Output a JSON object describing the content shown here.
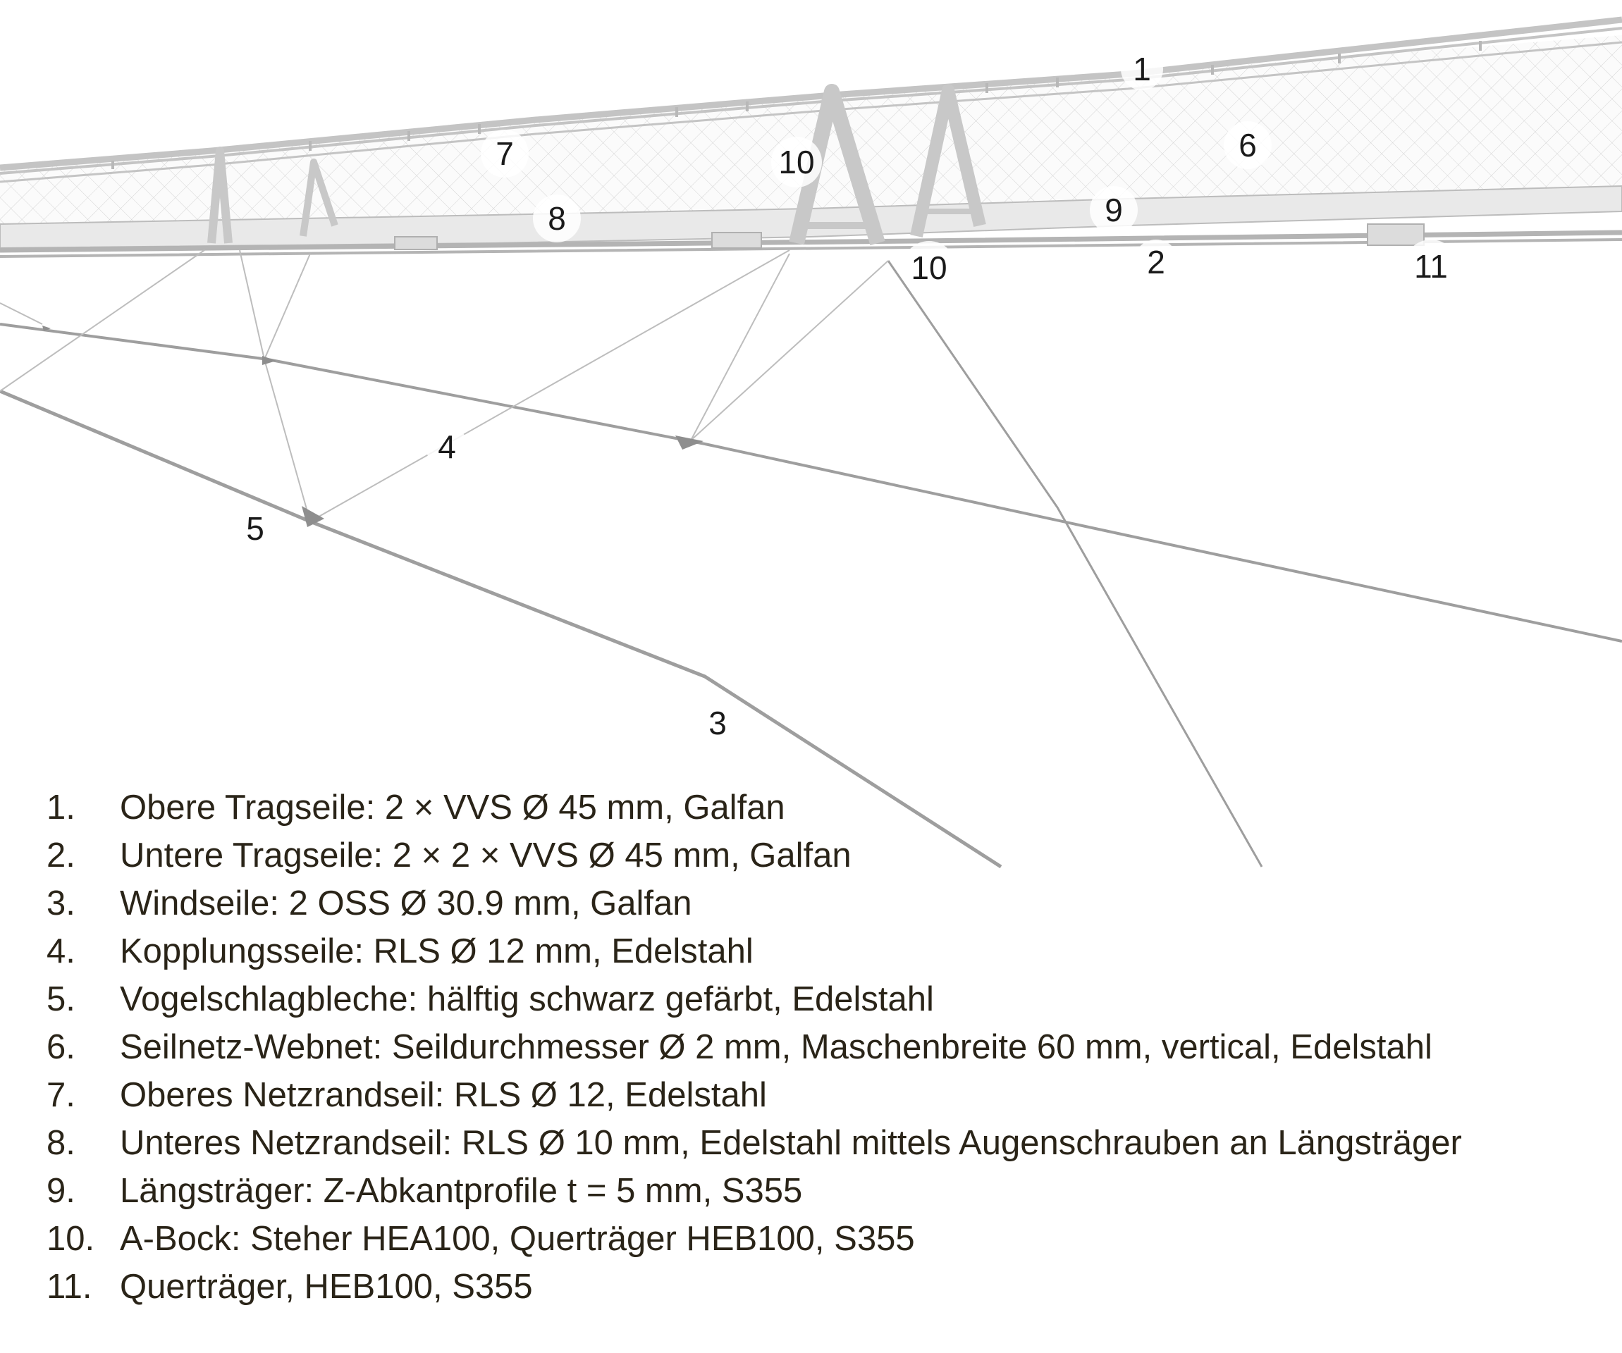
{
  "callouts": [
    "1",
    "2",
    "3",
    "4",
    "5",
    "6",
    "7",
    "8",
    "9",
    "10",
    "10",
    "11"
  ],
  "legend": [
    {
      "num": "1.",
      "text": "Obere Tragseile: 2 × VVS Ø 45 mm, Galfan"
    },
    {
      "num": "2.",
      "text": "Untere Tragseile: 2 × 2 × VVS Ø 45 mm, Galfan"
    },
    {
      "num": "3.",
      "text": "Windseile: 2 OSS Ø 30.9 mm, Galfan"
    },
    {
      "num": "4.",
      "text": "Kopplungsseile: RLS Ø 12 mm, Edelstahl"
    },
    {
      "num": "5.",
      "text": "Vogelschlagbleche: hälftig schwarz gefärbt, Edelstahl"
    },
    {
      "num": "6.",
      "text": "Seilnetz-Webnet: Seildurchmesser Ø 2 mm, Maschenbreite 60 mm, vertical, Edelstahl"
    },
    {
      "num": "7.",
      "text": "Oberes Netzrandseil: RLS Ø 12, Edelstahl"
    },
    {
      "num": "8.",
      "text": "Unteres Netzrandseil: RLS Ø 10 mm, Edelstahl mittels Augenschrauben an Längsträger"
    },
    {
      "num": "9.",
      "text": "Längsträger: Z-Abkantprofile t = 5 mm, S355"
    },
    {
      "num": "10.",
      "text": "A-Bock: Steher HEA100, Querträger HEB100, S355"
    },
    {
      "num": "11.",
      "text": "Querträger, HEB100, S355"
    }
  ]
}
